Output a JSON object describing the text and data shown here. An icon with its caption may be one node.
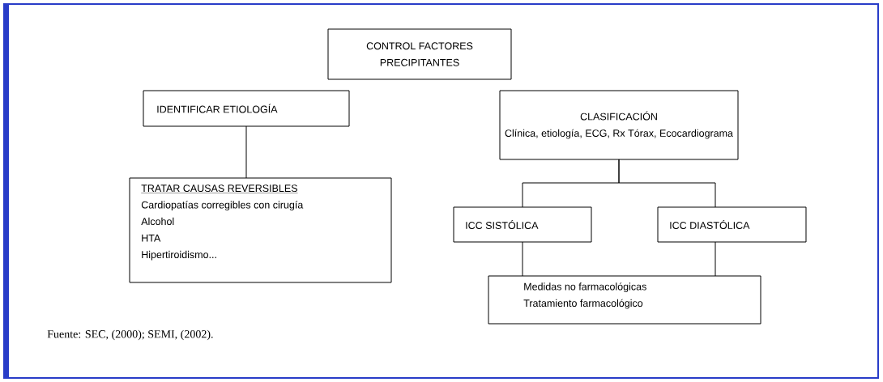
{
  "diagram": {
    "nodes": [
      {
        "text": [
          "CONTROL FACTORES PRECIPITANTES"
        ]
      },
      {
        "text": [
          "IDENTIFICAR ETIOLOGÍA"
        ]
      },
      {
        "text": [
          "TRATAR CAUSAS REVERSIBLES",
          "Cardiopatías corregibles con cirugía",
          "Alcohol",
          "HTA",
          "Hipertiroidismo..."
        ]
      },
      {
        "text": [
          "CLASIFICACIÓN",
          "Clínica, etiología, ECG, Rx Tórax, Ecocardiograma"
        ]
      },
      {
        "text": [
          "ICC SISTÓLICA"
        ]
      },
      {
        "text": [
          "ICC DIASTÓLICA"
        ]
      },
      {
        "text": [
          "Medidas no farmacológicas",
          "Tratamiento farmacológico"
        ]
      }
    ],
    "edges": [
      {
        "from": 1,
        "to": 2,
        "arrow": "none"
      },
      {
        "from": 3,
        "to": 4,
        "arrow": "none"
      },
      {
        "from": 3,
        "to": 5,
        "arrow": "none"
      },
      {
        "from": 4,
        "to": 6,
        "arrow": "none"
      },
      {
        "from": 5,
        "to": 6,
        "arrow": "none"
      }
    ],
    "labels": [
      "Fuente: SEC,  (2000); SEMI,  (2002)."
    ]
  }
}
